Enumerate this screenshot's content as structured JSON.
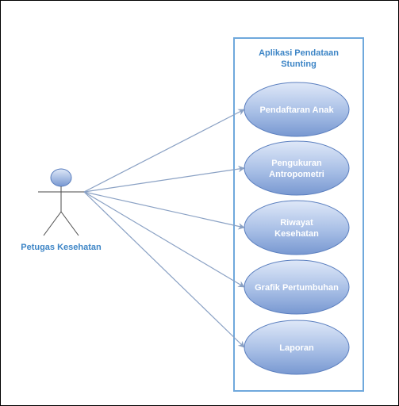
{
  "system": {
    "title_line1": "Aplikasi Pendataan",
    "title_line2": "Stunting"
  },
  "actor": {
    "label": "Petugas Kesehatan"
  },
  "use_cases": [
    {
      "lines": [
        "Pendaftaran Anak"
      ]
    },
    {
      "lines": [
        "Pengukuran",
        "Antropometri"
      ]
    },
    {
      "lines": [
        "Riwayat",
        "Kesehatan"
      ]
    },
    {
      "lines": [
        "Grafik Pertumbuhan"
      ]
    },
    {
      "lines": [
        "Laporan"
      ]
    }
  ],
  "colors": {
    "boundary": "#6fa8dc",
    "title_text": "#3d85c6",
    "actor_text": "#3d85c6",
    "association_line": "#8aa1c4",
    "usecase_fill_light": "#d9e4f7",
    "usecase_fill_dark": "#7d9fd6",
    "usecase_stroke": "#5b7fbf",
    "usecase_text": "#ffffff"
  }
}
